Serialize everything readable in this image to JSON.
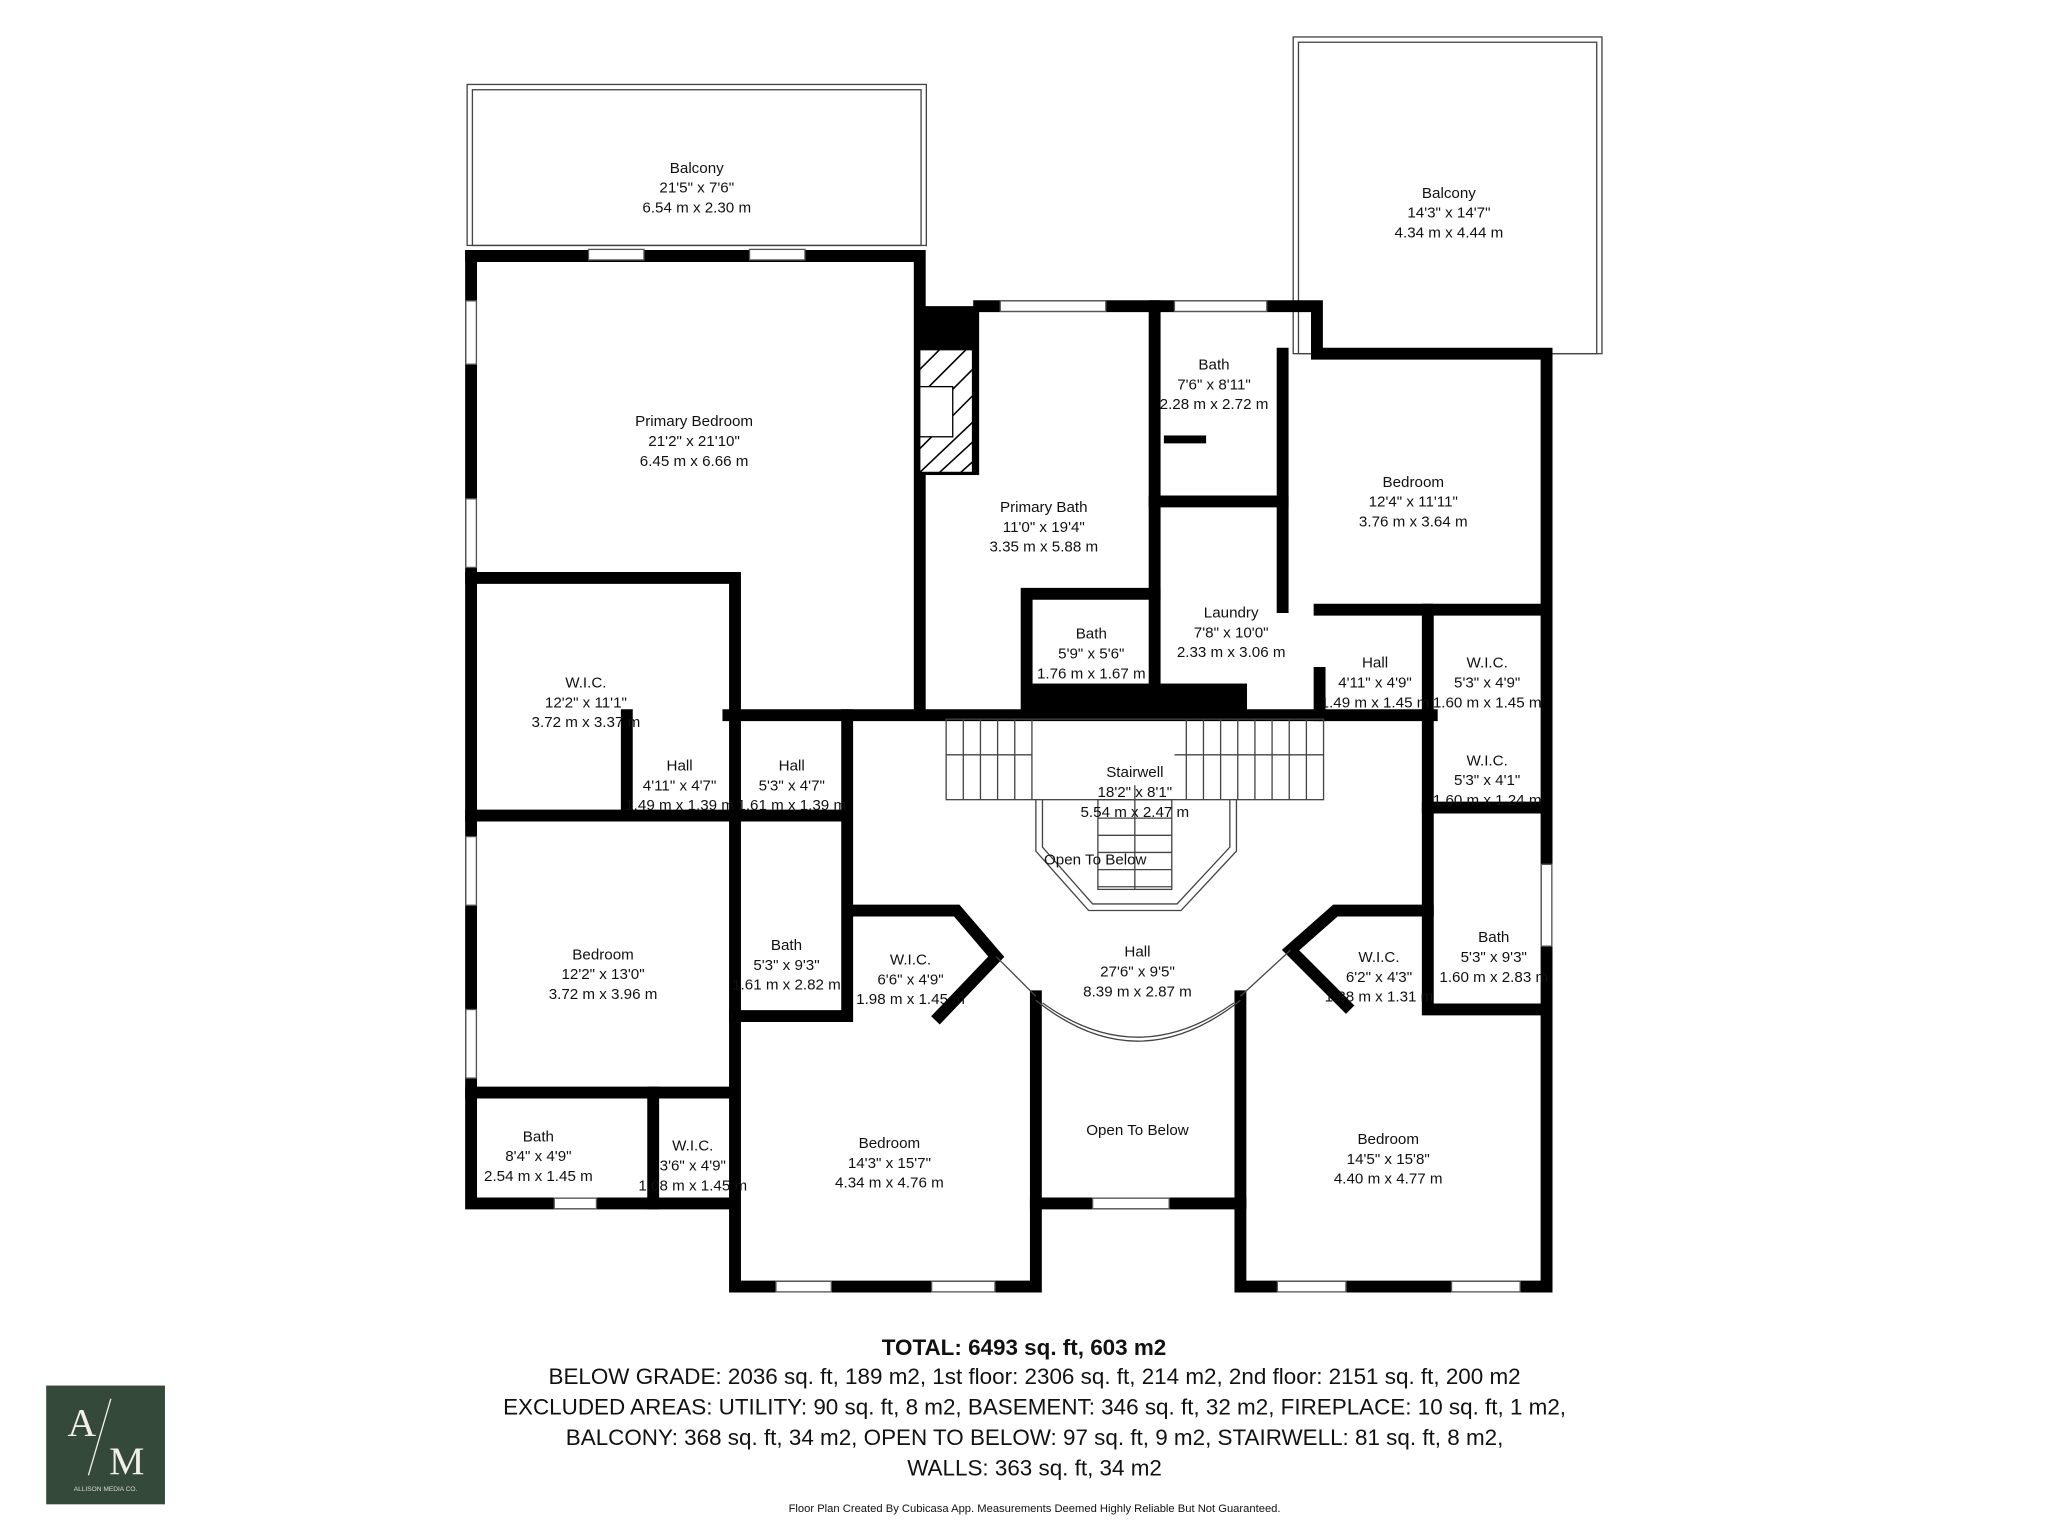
{
  "rooms": [
    {
      "name": "Balcony",
      "ft": "21'5\" x 7'6\"",
      "m": "6.54 m x 2.30 m"
    },
    {
      "name": "Balcony",
      "ft": "14'3\" x 14'7\"",
      "m": "4.34 m x 4.44 m"
    },
    {
      "name": "Primary Bedroom",
      "ft": "21'2\" x 21'10\"",
      "m": "6.45 m x 6.66 m"
    },
    {
      "name": "Bath",
      "ft": "7'6\" x 8'11\"",
      "m": "2.28 m x 2.72 m"
    },
    {
      "name": "Primary Bath",
      "ft": "11'0\" x 19'4\"",
      "m": "3.35 m x 5.88 m"
    },
    {
      "name": "Bedroom",
      "ft": "12'4\" x 11'11\"",
      "m": "3.76 m x 3.64 m"
    },
    {
      "name": "Laundry",
      "ft": "7'8\" x 10'0\"",
      "m": "2.33 m x 3.06 m"
    },
    {
      "name": "Bath",
      "ft": "5'9\" x 5'6\"",
      "m": "1.76 m x 1.67 m"
    },
    {
      "name": "W.I.C.",
      "ft": "12'2\" x 11'1\"",
      "m": "3.72 m x 3.37 m"
    },
    {
      "name": "Hall",
      "ft": "4'11\" x 4'9\"",
      "m": "1.49 m x 1.45 m"
    },
    {
      "name": "W.I.C.",
      "ft": "5'3\" x 4'9\"",
      "m": "1.60 m x 1.45 m"
    },
    {
      "name": "Hall",
      "ft": "4'11\" x 4'7\"",
      "m": "1.49 m x 1.39 m"
    },
    {
      "name": "Hall",
      "ft": "5'3\" x 4'7\"",
      "m": "1.61 m x 1.39 m"
    },
    {
      "name": "Stairwell",
      "ft": "18'2\" x 8'1\"",
      "m": "5.54 m x 2.47 m"
    },
    {
      "name": "W.I.C.",
      "ft": "5'3\" x 4'1\"",
      "m": "1.60 m x 1.24 m"
    },
    {
      "name": "Bedroom",
      "ft": "12'2\" x 13'0\"",
      "m": "3.72 m x 3.96 m"
    },
    {
      "name": "Bath",
      "ft": "5'3\" x 9'3\"",
      "m": "1.61 m x 2.82 m"
    },
    {
      "name": "W.I.C.",
      "ft": "6'6\" x 4'9\"",
      "m": "1.98 m x 1.45 m"
    },
    {
      "name": "Hall",
      "ft": "27'6\" x 9'5\"",
      "m": "8.39 m x 2.87 m"
    },
    {
      "name": "W.I.C.",
      "ft": "6'2\" x 4'3\"",
      "m": "1.88 m x 1.31 m"
    },
    {
      "name": "Bath",
      "ft": "5'3\" x 9'3\"",
      "m": "1.60 m x 2.83 m"
    },
    {
      "name": "Bath",
      "ft": "8'4\" x 4'9\"",
      "m": "2.54 m x 1.45 m"
    },
    {
      "name": "W.I.C.",
      "ft": "3'6\" x 4'9\"",
      "m": "1.08 m x 1.45 m"
    },
    {
      "name": "Bedroom",
      "ft": "14'3\" x 15'7\"",
      "m": "4.34 m x 4.76 m"
    },
    {
      "name": "Bedroom",
      "ft": "14'5\" x 15'8\"",
      "m": "4.40 m x 4.77 m"
    }
  ],
  "open_to_below_labels": [
    "Open To Below",
    "Open To Below"
  ],
  "summary": {
    "total": "TOTAL: 6493 sq. ft, 603 m2",
    "lines": [
      "BELOW GRADE: 2036 sq. ft, 189 m2, 1st floor: 2306 sq. ft, 214 m2, 2nd floor: 2151 sq. ft, 200 m2",
      "EXCLUDED AREAS: UTILITY: 90 sq. ft, 8 m2, BASEMENT: 346 sq. ft, 32 m2, FIREPLACE: 10 sq. ft, 1 m2,",
      "BALCONY: 368 sq. ft, 34 m2, OPEN TO BELOW: 97 sq. ft, 9 m2, STAIRWELL: 81 sq. ft, 8 m2,",
      "WALLS: 363 sq. ft, 34 m2"
    ],
    "disclaimer": "Floor Plan Created By Cubicasa App. Measurements Deemed Highly Reliable But Not Guaranteed."
  },
  "logo": {
    "monogram_a": "A",
    "monogram_m": "M",
    "company": "ALLISON MEDIA CO.",
    "color": "#34493a"
  }
}
